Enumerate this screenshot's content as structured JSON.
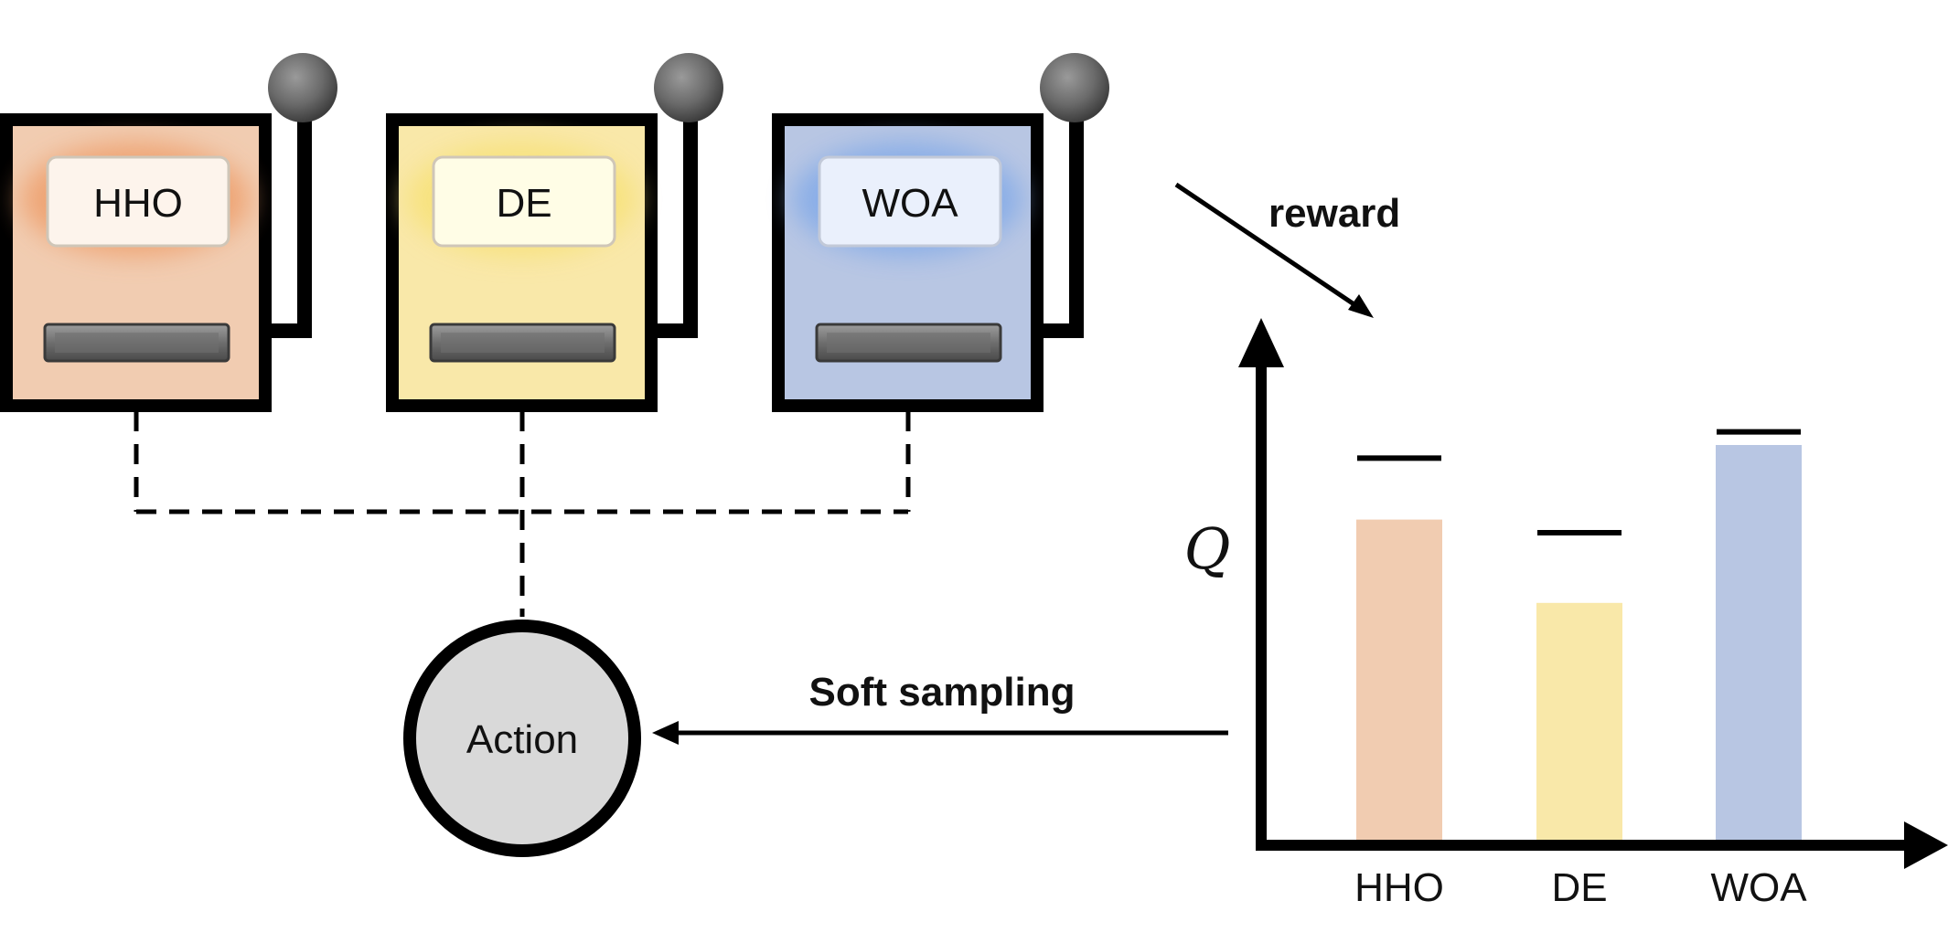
{
  "machines": [
    {
      "label": "HHO",
      "body_color": "#F1CCB1",
      "glow_color": "#EE9F6C"
    },
    {
      "label": "DE",
      "body_color": "#F9E8A9",
      "glow_color": "#F7E27A"
    },
    {
      "label": "WOA",
      "body_color": "#B8C6E3",
      "glow_color": "#85ACE8"
    }
  ],
  "action_label": "Action",
  "reward_label": "reward",
  "soft_sampling_label": "Soft sampling",
  "q_axis_label": "Q",
  "chart_data": {
    "type": "bar",
    "categories": [
      "HHO",
      "DE",
      "WOA"
    ],
    "ylabel": "Q",
    "series": [
      {
        "values": [
          0.73,
          0.54,
          0.9
        ]
      }
    ],
    "target_markers": [
      0.87,
      0.7,
      0.93
    ],
    "colors": [
      "#F1CCB1",
      "#F9E8A9",
      "#B8C6E3"
    ]
  }
}
